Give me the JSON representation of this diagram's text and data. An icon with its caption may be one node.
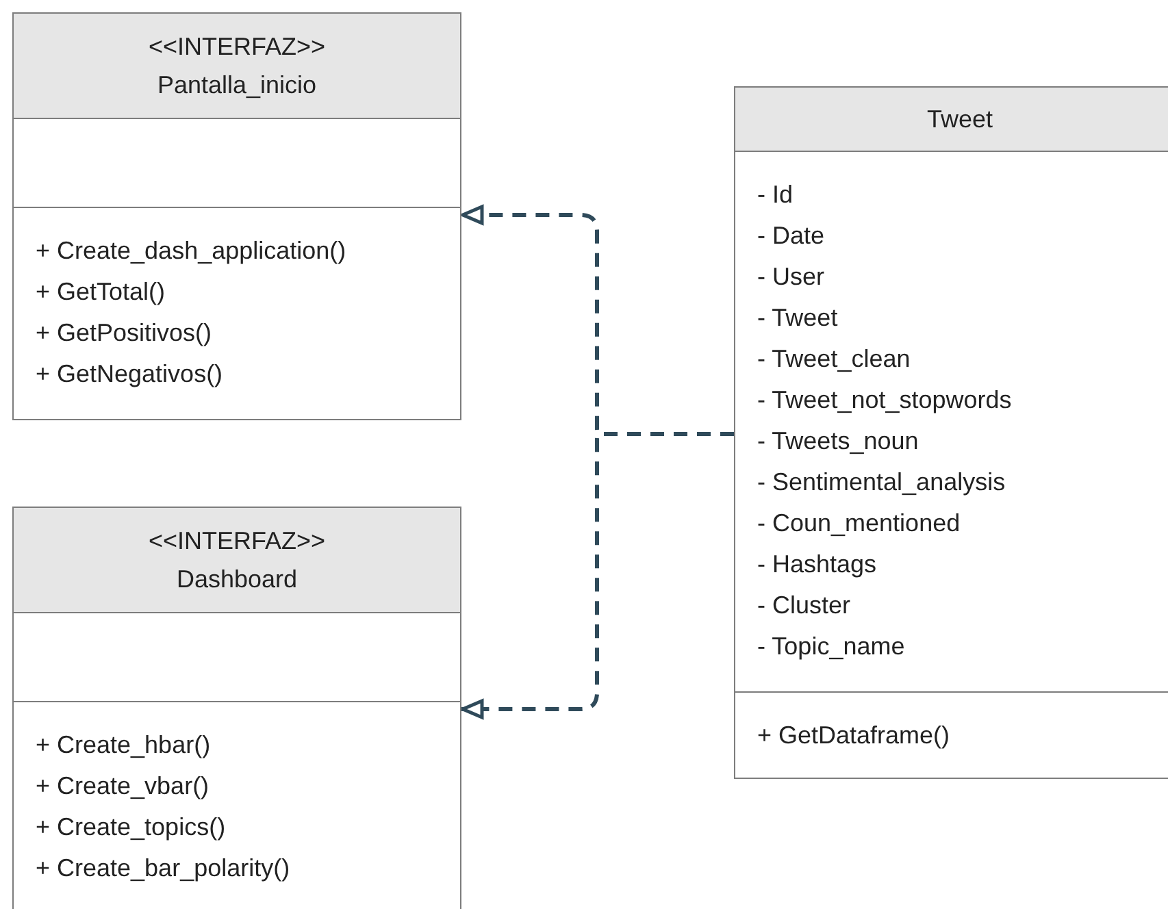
{
  "diagram": {
    "nodes": [
      {
        "text": [
          "<<INTERFAZ>>",
          "Pantalla_inicio",
          "+ Create_dash_application()",
          "+ GetTotal()",
          "+ GetPositivos()",
          "+ GetNegativos()"
        ]
      },
      {
        "text": [
          "<<INTERFAZ>>",
          "Dashboard",
          "+ Create_hbar()",
          "+ Create_vbar()",
          "+ Create_topics()",
          "+ Create_bar_polarity()"
        ]
      },
      {
        "text": [
          "Tweet",
          "- Id",
          "- Date",
          "- User",
          "- Tweet",
          "- Tweet_clean",
          "- Tweet_not_stopwords",
          "- Tweets_noun",
          "- Sentimental_analysis",
          "- Coun_mentioned",
          "- Hashtags",
          "- Cluster",
          "- Topic_name",
          "+ GetDataframe()"
        ]
      }
    ],
    "edges": [
      {
        "from": 2,
        "to": 0,
        "arrow": "to",
        "style": "dashed"
      },
      {
        "from": 2,
        "to": 1,
        "arrow": "to",
        "style": "dashed"
      }
    ]
  }
}
